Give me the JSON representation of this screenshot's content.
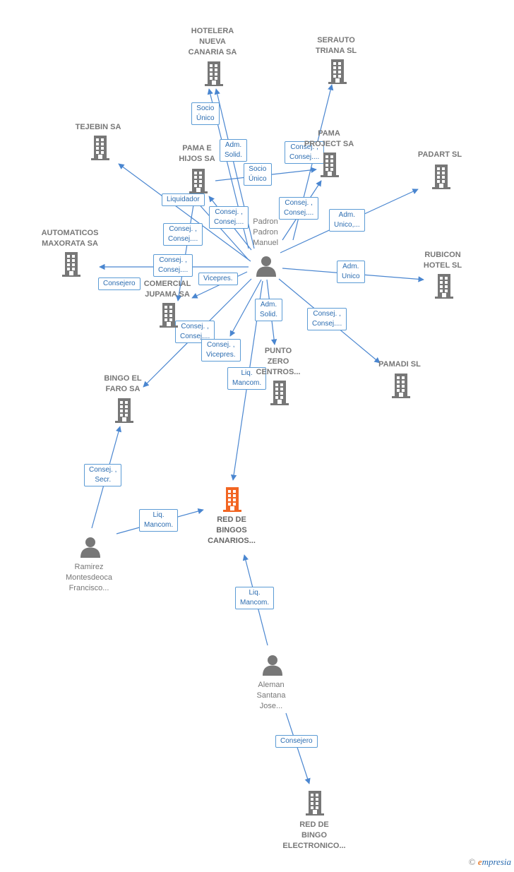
{
  "colors": {
    "edge": "#4a86d0",
    "icon": "#777777",
    "focus_icon": "#f26522",
    "tag_border": "#5b9bd5",
    "tag_text": "#2b6cb0"
  },
  "nodes": [
    {
      "id": "hotelera",
      "kind": "company",
      "label": [
        "HOTELERA",
        "NUEVA",
        "CANARIA SA"
      ]
    },
    {
      "id": "serauto",
      "kind": "company",
      "label": [
        "SERAUTO",
        "TRIANA SL"
      ]
    },
    {
      "id": "tejebin",
      "kind": "company",
      "label": [
        "TEJEBIN SA"
      ]
    },
    {
      "id": "pama_hijos",
      "kind": "company",
      "label": [
        "PAMA E",
        "HIJOS SA"
      ]
    },
    {
      "id": "pama_project",
      "kind": "company",
      "label": [
        "PAMA",
        "PROJECT SA"
      ]
    },
    {
      "id": "padart",
      "kind": "company",
      "label": [
        "PADART  SL"
      ]
    },
    {
      "id": "automaticos",
      "kind": "company",
      "label": [
        "AUTOMATICOS",
        "MAXORATA SA"
      ]
    },
    {
      "id": "padron",
      "kind": "person",
      "label": [
        "Padron",
        "Padron",
        "Manuel"
      ]
    },
    {
      "id": "rubicon",
      "kind": "company",
      "label": [
        "RUBICON",
        "HOTEL SL"
      ]
    },
    {
      "id": "comercial",
      "kind": "company",
      "label": [
        "COMERCIAL",
        "JUPAMA SA"
      ]
    },
    {
      "id": "punto_zero",
      "kind": "company",
      "label": [
        "PUNTO",
        "ZERO",
        "CENTROS..."
      ]
    },
    {
      "id": "pamadi",
      "kind": "company",
      "label": [
        "PAMADI SL"
      ]
    },
    {
      "id": "bingo_faro",
      "kind": "company",
      "label": [
        "BINGO EL",
        "FARO SA"
      ]
    },
    {
      "id": "red_bingos",
      "kind": "focus",
      "label": [
        "RED DE",
        "BINGOS",
        "CANARIOS..."
      ]
    },
    {
      "id": "ramirez",
      "kind": "person",
      "label": [
        "Ramirez",
        "Montesdeoca",
        "Francisco..."
      ]
    },
    {
      "id": "aleman",
      "kind": "person",
      "label": [
        "Aleman",
        "Santana",
        "Jose..."
      ]
    },
    {
      "id": "red_bingo_elec",
      "kind": "company",
      "label": [
        "RED DE",
        "BINGO",
        "ELECTRONICO..."
      ]
    }
  ],
  "edges": [
    {
      "from": "padron",
      "to": "hotelera",
      "label": [
        "Socio",
        "Único"
      ]
    },
    {
      "from": "padron",
      "to": "hotelera",
      "label": [
        "Adm.",
        "Solid."
      ]
    },
    {
      "from": "padron",
      "to": "serauto",
      "label": [
        "Consej. ,",
        "Consej...."
      ]
    },
    {
      "from": "padron",
      "to": "tejebin",
      "label": [
        "Liquidador"
      ]
    },
    {
      "from": "padron",
      "to": "pama_hijos",
      "label": [
        "Consej. ,",
        "Consej...."
      ]
    },
    {
      "from": "pama_hijos",
      "to": "pama_project",
      "label": [
        "Socio",
        "Único"
      ]
    },
    {
      "from": "padron",
      "to": "pama_project",
      "label": [
        "Consej. ,",
        "Consej...."
      ]
    },
    {
      "from": "padron",
      "to": "padart",
      "label": [
        "Adm.",
        "Unico,..."
      ]
    },
    {
      "from": "padron",
      "to": "automaticos",
      "label": [
        "Consej. ,",
        "Consej...."
      ]
    },
    {
      "from": "padron",
      "to": "rubicon",
      "label": [
        "Adm.",
        "Unico"
      ]
    },
    {
      "from": "padron",
      "to": "comercial",
      "label": [
        "Vicepres."
      ]
    },
    {
      "from": "pama_hijos",
      "to": "comercial",
      "label": [
        "Consej. ,",
        "Consej...."
      ]
    },
    {
      "from": "padron",
      "to": "comercial",
      "label": [
        "Consejero"
      ]
    },
    {
      "from": "padron",
      "to": "punto_zero",
      "label": [
        "Adm.",
        "Solid."
      ]
    },
    {
      "from": "padron",
      "to": "pamadi",
      "label": [
        "Consej. ,",
        "Consej...."
      ]
    },
    {
      "from": "padron",
      "to": "bingo_faro",
      "label": [
        "Consej. ,",
        "Consej...."
      ]
    },
    {
      "from": "padron",
      "to": "punto_zero",
      "label": [
        "Consej. ,",
        "Vicepres."
      ]
    },
    {
      "from": "padron",
      "to": "red_bingos",
      "label": [
        "Liq.",
        "Mancom."
      ]
    },
    {
      "from": "ramirez",
      "to": "bingo_faro",
      "label": [
        "Consej. ,",
        "Secr."
      ]
    },
    {
      "from": "ramirez",
      "to": "red_bingos",
      "label": [
        "Liq.",
        "Mancom."
      ]
    },
    {
      "from": "aleman",
      "to": "red_bingos",
      "label": [
        "Liq.",
        "Mancom."
      ]
    },
    {
      "from": "aleman",
      "to": "red_bingo_elec",
      "label": [
        "Consejero"
      ]
    }
  ],
  "footer": {
    "copyright": "©",
    "brand_initial": "e",
    "brand_rest": "mpresia"
  }
}
